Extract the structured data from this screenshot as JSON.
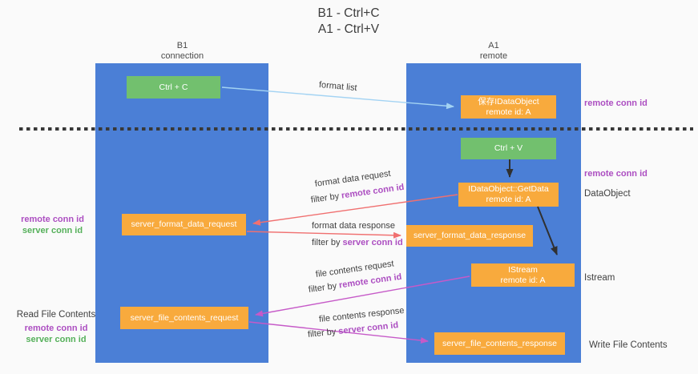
{
  "title": {
    "line1": "B1 - Ctrl+C",
    "line2": "A1 - Ctrl+V"
  },
  "columns": {
    "left": {
      "name": "B1",
      "role": "connection"
    },
    "right": {
      "name": "A1",
      "role": "remote"
    }
  },
  "boxes": {
    "ctrl_c": {
      "label": "Ctrl + C"
    },
    "save_dataobject": {
      "line1": "保存IDataObject",
      "line2": "remote id: A"
    },
    "ctrl_v": {
      "label": "Ctrl + V"
    },
    "getdata": {
      "line1": "IDataObject::GetData",
      "line2": "remote id: A"
    },
    "format_request": {
      "label": "server_format_data_request"
    },
    "format_response": {
      "label": "server_format_data_response"
    },
    "istream": {
      "line1": "IStream",
      "line2": "remote id: A"
    },
    "file_request": {
      "label": "server_file_contents_request"
    },
    "file_response": {
      "label": "server_file_contents_response"
    }
  },
  "arrows": {
    "format_list": {
      "label": "format list"
    },
    "format_request": {
      "label": "format data request",
      "filter_prefix": "filter by ",
      "filter_id": "remote conn id"
    },
    "format_response": {
      "label": "format data response",
      "filter_prefix": "filter by ",
      "filter_id": "server conn id"
    },
    "file_request": {
      "label": "file contents request",
      "filter_prefix": "filter by ",
      "filter_id": "remote conn id"
    },
    "file_response": {
      "label": "file contents response",
      "filter_prefix": "filter by ",
      "filter_id": "server conn id"
    }
  },
  "side_labels": {
    "right_top_conn_id": "remote conn id",
    "right_mid_conn_id": "remote conn id",
    "right_dataobject": "DataObject",
    "right_istream": "Istream",
    "right_write": "Write File Contents",
    "left_remote_id": "remote conn id",
    "left_server_id": "server conn id",
    "left_read": "Read File Contents",
    "left_remote_id2": "remote conn id",
    "left_server_id2": "server conn id"
  },
  "colors": {
    "column_blue": "#4b7fd6",
    "box_orange": "#f8aa3d",
    "box_green": "#72c06e",
    "arrow_salmon": "#f07070",
    "arrow_magenta": "#c65ac8",
    "arrow_lightblue": "#a3d3f3",
    "arrow_black": "#303030",
    "id_purple": "#ac4ec1",
    "id_green": "#55b05a"
  }
}
